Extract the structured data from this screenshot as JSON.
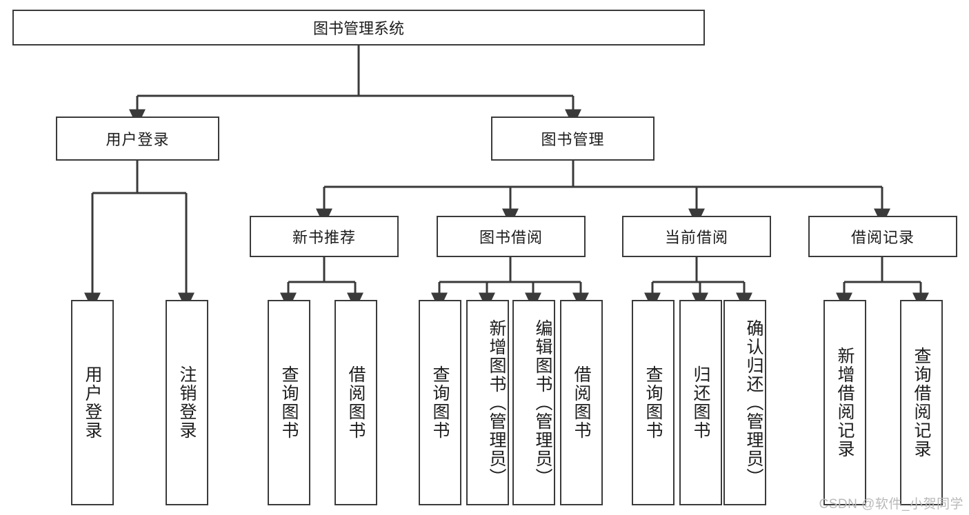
{
  "diagram": {
    "title": "图书管理系统",
    "type": "tree-hierarchy-diagram",
    "colors": {
      "border": "#3a3a3a",
      "background": "#ffffff",
      "text": "#1c1c1c",
      "watermark": "#b9b9b9"
    },
    "watermark": "CSDN @软件_小贺同学",
    "nodes": {
      "root": {
        "label": "图书管理系统"
      },
      "level2": [
        {
          "label": "用户登录"
        },
        {
          "label": "图书管理"
        }
      ],
      "level3": [
        {
          "label": "新书推荐"
        },
        {
          "label": "图书借阅"
        },
        {
          "label": "当前借阅"
        },
        {
          "label": "借阅记录"
        }
      ],
      "leaves": {
        "user_login": [
          {
            "label": "用户登录"
          },
          {
            "label": "注销登录"
          }
        ],
        "new_book": [
          {
            "label": "查询图书"
          },
          {
            "label": "借阅图书"
          }
        ],
        "book_borrow": [
          {
            "label": "查询图书"
          },
          {
            "label": "新增图书（管理员）"
          },
          {
            "label": "编辑图书（管理员）"
          },
          {
            "label": "借阅图书"
          }
        ],
        "current_borrow": [
          {
            "label": "查询图书"
          },
          {
            "label": "归还图书"
          },
          {
            "label": "确认归还（管理员）"
          }
        ],
        "borrow_record": [
          {
            "label": "新增借阅记录"
          },
          {
            "label": "查询借阅记录"
          }
        ]
      }
    }
  }
}
